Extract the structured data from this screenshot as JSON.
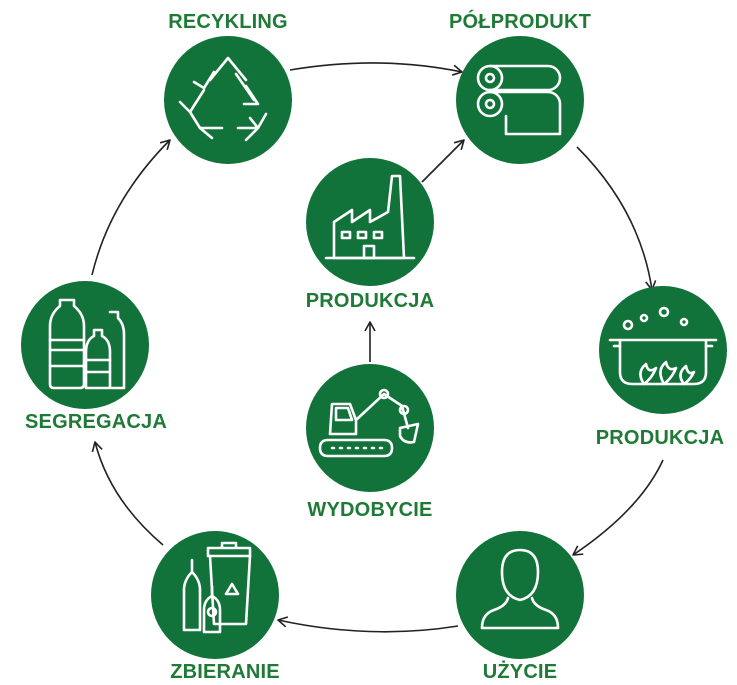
{
  "colors": {
    "node_fill": "#12733a",
    "label": "#1e7a36",
    "arrow": "#222222",
    "background": "#ffffff"
  },
  "nodes": {
    "recykling": {
      "label": "RECYKLING",
      "icon": "recycle-arrows-icon"
    },
    "polprodukt": {
      "label": "PÓŁPRODUKT",
      "icon": "paper-rolls-icon"
    },
    "produkcja_outer": {
      "label": "PRODUKCJA",
      "icon": "cooking-pot-icon"
    },
    "uzycie": {
      "label": "UŻYCIE",
      "icon": "person-icon"
    },
    "zbieranie": {
      "label": "ZBIERANIE",
      "icon": "recycling-bin-bottles-icon"
    },
    "segregacja": {
      "label": "SEGREGACJA",
      "icon": "plastic-bottles-icon"
    },
    "produkcja_inner": {
      "label": "PRODUKCJA",
      "icon": "factory-icon"
    },
    "wydobycie": {
      "label": "WYDOBYCIE",
      "icon": "excavator-icon"
    }
  },
  "edges": [
    [
      "recykling",
      "polprodukt"
    ],
    [
      "polprodukt",
      "produkcja_outer"
    ],
    [
      "produkcja_outer",
      "uzycie"
    ],
    [
      "uzycie",
      "zbieranie"
    ],
    [
      "zbieranie",
      "segregacja"
    ],
    [
      "segregacja",
      "recykling"
    ],
    [
      "wydobycie",
      "produkcja_inner"
    ],
    [
      "produkcja_inner",
      "polprodukt"
    ]
  ]
}
